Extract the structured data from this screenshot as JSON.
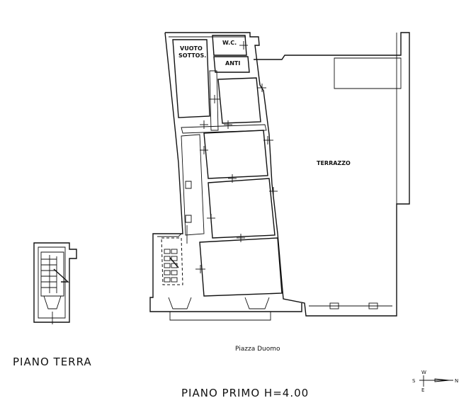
{
  "rooms": {
    "vuoto_line1": "VUOTO",
    "vuoto_line2": "SOTTOS.",
    "wc": "W.C.",
    "anti": "ANTI",
    "terrazzo": "TERRAZZO"
  },
  "street_label": "Piazza Duomo",
  "floor_labels": {
    "ground": "PIANO TERRA",
    "first": "PIANO PRIMO H=4.00"
  },
  "compass": {
    "w": "W",
    "s": "S",
    "e": "E",
    "n": "N"
  }
}
